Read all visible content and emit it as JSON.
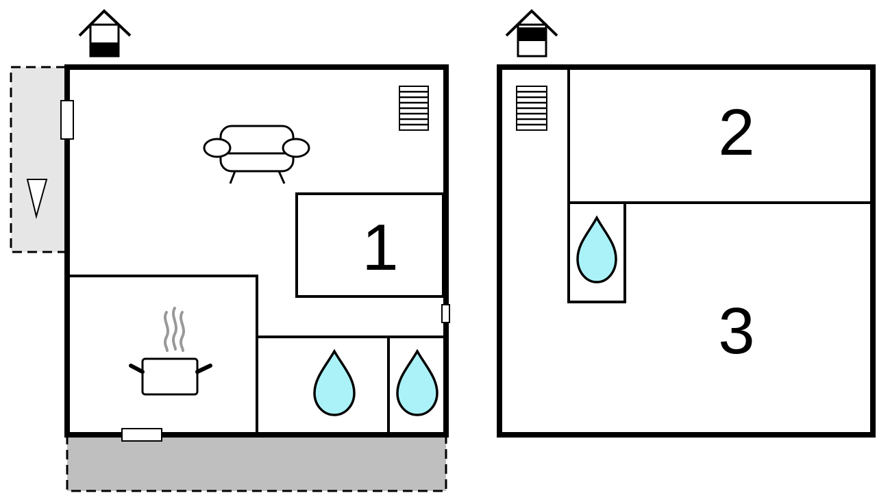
{
  "floor_plan": {
    "colors": {
      "walls": "#000000",
      "water": "#aaf2f8",
      "terrace": "#bfbfbf",
      "balcony": "#e6e6e6",
      "background": "#ffffff"
    },
    "floors": [
      {
        "floor_icon": "house-ground-floor-icon",
        "rooms": [
          {
            "label": "1",
            "type": "bedroom"
          },
          {
            "label": "",
            "type": "living-room",
            "icon": "sofa-icon"
          },
          {
            "label": "",
            "type": "kitchen",
            "icon": "cooking-pot-icon"
          },
          {
            "label": "",
            "type": "bathroom",
            "icon": "water-drop-icon"
          },
          {
            "label": "",
            "type": "bathroom",
            "icon": "water-drop-icon"
          }
        ],
        "features": [
          "stairs-icon",
          "terrace",
          "balcony",
          "door",
          "window"
        ]
      },
      {
        "floor_icon": "house-upper-floor-icon",
        "rooms": [
          {
            "label": "2",
            "type": "bedroom"
          },
          {
            "label": "3",
            "type": "bedroom"
          },
          {
            "label": "",
            "type": "bathroom",
            "icon": "water-drop-icon"
          }
        ],
        "features": [
          "stairs-icon"
        ]
      }
    ]
  }
}
